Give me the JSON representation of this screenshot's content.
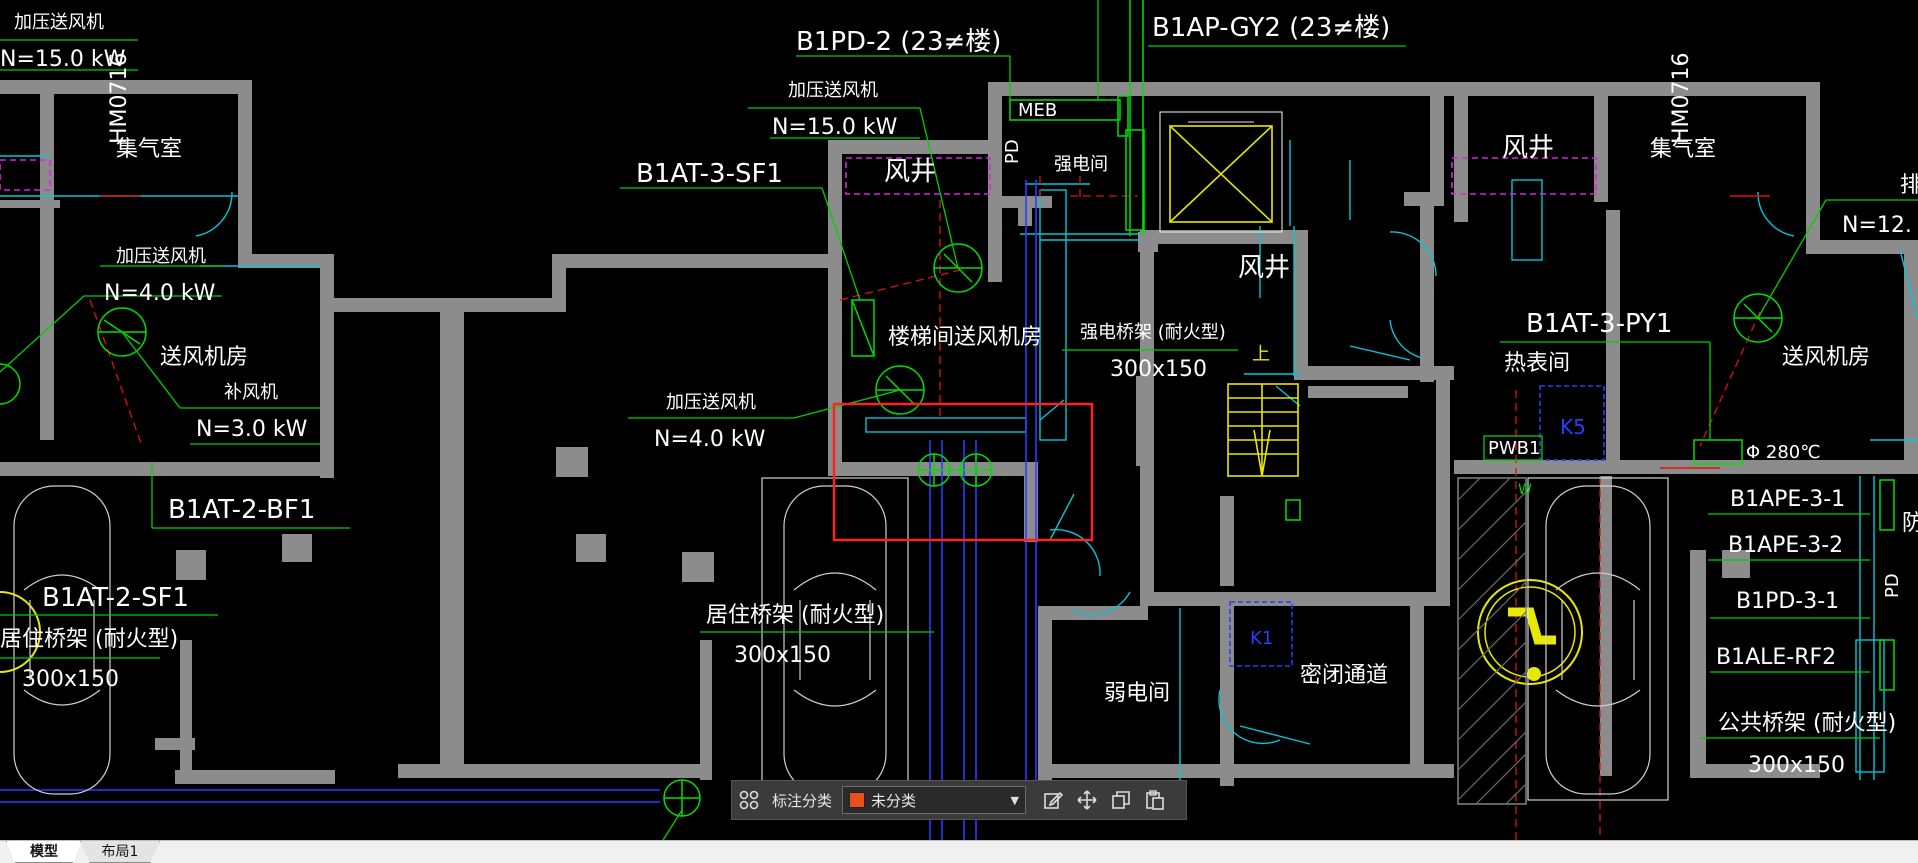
{
  "drawing": {
    "labels": {
      "top_left_fan": "加压送风机",
      "top_left_power": "N=15.0 kW",
      "b1pd2": "B1PD-2 (23≠楼)",
      "b1ap_gy2": "B1AP-GY2 (23≠楼)",
      "fan_center": "加压送风机",
      "fan_center_power": "N=15.0 kW",
      "b1at3_sf1": "B1AT-3-SF1",
      "shaft_a": "风井",
      "meb": "MEB",
      "strong_elec_room": "强电间",
      "hm_left": "HM0716",
      "gas_room_left": "集气室",
      "fan_left": "加压送风机",
      "fan_left_power": "N=4.0 kW",
      "fan_room_left": "送风机房",
      "makeup_fan": "补风机",
      "makeup_power": "N=3.0 kW",
      "b1at2_bf1": "B1AT-2-BF1",
      "b1at2_sf1": "B1AT-2-SF1",
      "res_tray_left": "居住桥架 (耐火型)",
      "res_tray_left_size": "300x150",
      "stair_fan_room": "楼梯间送风机房",
      "strong_tray": "强电桥架 (耐火型)",
      "strong_tray_size": "300x150",
      "shaft_b": "风井",
      "fan_mid": "加压送风机",
      "fan_mid_power": "N=4.0 kW",
      "res_tray_mid": "居住桥架 (耐火型)",
      "res_tray_mid_size": "300x150",
      "weak_elec_room": "弱电间",
      "sealed_passage": "密闭通道",
      "up_mark": "上",
      "k1": "K1",
      "shaft_c": "风井",
      "hm_right": "HM0716",
      "gas_room_right": "集气室",
      "right_edge_char": "排",
      "right_power": "N=12.",
      "b1at3_py1": "B1AT-3-PY1",
      "heat_meter_room": "热表间",
      "fan_room_right": "送风机房",
      "k5": "K5",
      "pwb1": "PWB1",
      "w_mark": "W",
      "damper_280": "Φ 280℃",
      "b1ape31": "B1APE-3-1",
      "b1ape32": "B1APE-3-2",
      "b1pd31": "B1PD-3-1",
      "b1ale_rf2": "B1ALE-RF2",
      "pub_tray": "公共桥架 (耐火型)",
      "pub_tray_size": "300x150",
      "pd_mark": "PD",
      "pd_mark_right": "PD",
      "right_edge_char2": "防"
    }
  },
  "toolbar": {
    "category_label": "标注分类",
    "category_value": "未分类",
    "category_color": "#e8501a",
    "icons": [
      "grid-icon",
      "edit-icon",
      "move-icon",
      "copy-icon",
      "paste-icon"
    ]
  },
  "tabs": [
    {
      "label": "模型",
      "active": true
    },
    {
      "label": "布局1",
      "active": false
    }
  ],
  "colors": {
    "background": "#000000",
    "wall": "#8c8c8c",
    "leader": "#00d000",
    "highlight": "#ff2020"
  }
}
